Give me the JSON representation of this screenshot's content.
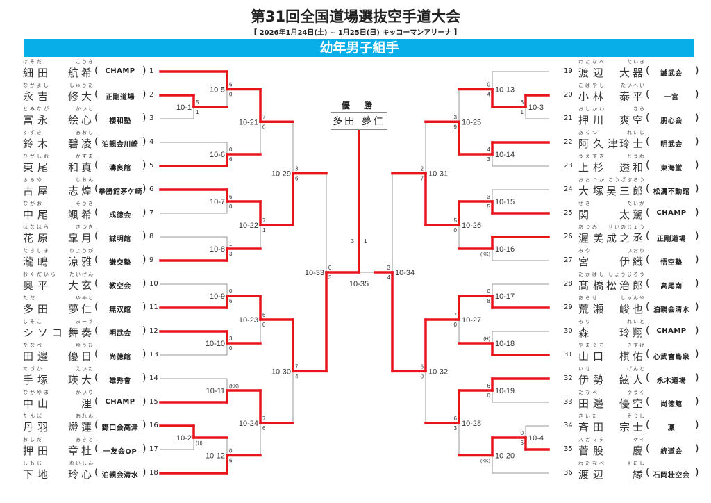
{
  "header": {
    "title": "第31回全国道場選抜空手道大会",
    "subtitle": "【 2026年1月24日(土) ~ 1月25日(日)  キッコーマンアリーナ 】",
    "division": "幼年男子組手"
  },
  "colors": {
    "banner": "#08aee8",
    "winner_line": "#e8141b",
    "line": "#999999"
  },
  "champion": {
    "label": "優 勝",
    "name": "多田 夢仁"
  },
  "entrants": [
    {
      "seed": "1",
      "family": "細田",
      "given": "航希",
      "kana_family": "ほそだ",
      "kana_given": "こうき",
      "dojo": "CHAMP"
    },
    {
      "seed": "2",
      "family": "永吉",
      "given": "修大",
      "kana_family": "ながよし",
      "kana_given": "しゅうた",
      "dojo": "正剛道場"
    },
    {
      "seed": "3",
      "family": "富永",
      "given": "絵心",
      "kana_family": "とみなが",
      "kana_given": "かいと",
      "dojo": "櫻和塾"
    },
    {
      "seed": "4",
      "family": "鈴木",
      "given": "碧凌",
      "kana_family": "すずき",
      "kana_given": "あおし",
      "dojo": "泊親会川崎"
    },
    {
      "seed": "5",
      "family": "東尾",
      "given": "和真",
      "kana_family": "ひがしお",
      "kana_given": "かずま",
      "dojo": "濤良館"
    },
    {
      "seed": "6",
      "family": "古屋",
      "given": "志煌",
      "kana_family": "ふるや",
      "kana_given": "しおん",
      "dojo": "拳勝館茅ケ崎"
    },
    {
      "seed": "7",
      "family": "中尾",
      "given": "颯希",
      "kana_family": "なかお",
      "kana_given": "そうき",
      "dojo": "成徳会"
    },
    {
      "seed": "8",
      "family": "花原",
      "given": "皐月",
      "kana_family": "はなはら",
      "kana_given": "さつき",
      "dojo": "誠明館"
    },
    {
      "seed": "9",
      "family": "瀧嶋",
      "given": "涼雅",
      "kana_family": "たきしま",
      "kana_given": "りょうが",
      "dojo": "謙交塾"
    },
    {
      "seed": "10",
      "family": "奥平",
      "given": "大玄",
      "kana_family": "おくだいら",
      "kana_given": "たいげん",
      "dojo": "教空会"
    },
    {
      "seed": "11",
      "family": "多田",
      "given": "夢仁",
      "kana_family": "ただ",
      "kana_given": "ゆめと",
      "dojo": "無双館"
    },
    {
      "seed": "12",
      "family": "シソコ",
      "given": "舞奏",
      "kana_family": "しそこ",
      "kana_given": "まーす",
      "dojo": "明武会"
    },
    {
      "seed": "13",
      "family": "田邉",
      "given": "優日",
      "kana_family": "たなべ",
      "kana_given": "ゆうひ",
      "dojo": "尚徳館"
    },
    {
      "seed": "14",
      "family": "手塚",
      "given": "瑛大",
      "kana_family": "てづか",
      "kana_given": "えいた",
      "dojo": "雄秀會"
    },
    {
      "seed": "15",
      "family": "中山",
      "given": "浬",
      "kana_family": "なかやま",
      "kana_given": "かいり",
      "dojo": "CHAMP"
    },
    {
      "seed": "16",
      "family": "丹羽",
      "given": "燈蓮",
      "kana_family": "たんば",
      "kana_given": "あれん",
      "dojo": "野口会高津"
    },
    {
      "seed": "17",
      "family": "押田",
      "given": "章杜",
      "kana_family": "おしだ",
      "kana_given": "あきと",
      "dojo": "一友会OP"
    },
    {
      "seed": "18",
      "family": "下地",
      "given": "玲心",
      "kana_family": "しもじ",
      "kana_given": "れいしん",
      "dojo": "泊親会清水"
    },
    {
      "seed": "19",
      "family": "渡辺",
      "given": "大器",
      "kana_family": "わたなべ",
      "kana_given": "たいき",
      "dojo": "誠武会"
    },
    {
      "seed": "20",
      "family": "小林",
      "given": "泰平",
      "kana_family": "こばやし",
      "kana_given": "たいへい",
      "dojo": "一宮"
    },
    {
      "seed": "21",
      "family": "押川",
      "given": "爽空",
      "kana_family": "おしかわ",
      "kana_given": "さら",
      "dojo": "朋心会"
    },
    {
      "seed": "22",
      "family": "阿久津",
      "given": "玲士",
      "kana_family": "あくつ",
      "kana_given": "れいじ",
      "dojo": "明武会"
    },
    {
      "seed": "23",
      "family": "上杉",
      "given": "透和",
      "kana_family": "うえすぎ",
      "kana_given": "とうわ",
      "dojo": "東海堂"
    },
    {
      "seed": "24",
      "family": "大塚",
      "given": "昊三郎",
      "kana_family": "おおつか",
      "kana_given": "こうざぶろう",
      "dojo": "松濤不動館"
    },
    {
      "seed": "25",
      "family": "関",
      "given": "太駕",
      "kana_family": "せき",
      "kana_given": "たいが",
      "dojo": "CHAMP"
    },
    {
      "seed": "26",
      "family": "渥美",
      "given": "成之丞",
      "kana_family": "あつみ",
      "kana_given": "せいのじょう",
      "dojo": "正剛道場"
    },
    {
      "seed": "27",
      "family": "宮",
      "given": "伊織",
      "kana_family": "みや",
      "kana_given": "いおり",
      "dojo": "悟空塾"
    },
    {
      "seed": "28",
      "family": "髙橋",
      "given": "松治郎",
      "kana_family": "たかはし",
      "kana_given": "しょうじろう",
      "dojo": "高尾南"
    },
    {
      "seed": "29",
      "family": "荒瀬",
      "given": "峻也",
      "kana_family": "あらせ",
      "kana_given": "しゅんや",
      "dojo": "泊親会清水"
    },
    {
      "seed": "30",
      "family": "森",
      "given": "玲翔",
      "kana_family": "もり",
      "kana_given": "れいと",
      "dojo": "CHAMP"
    },
    {
      "seed": "31",
      "family": "山口",
      "given": "棋佑",
      "kana_family": "やまぐち",
      "kana_given": "きすけ",
      "dojo": "心武會島泉"
    },
    {
      "seed": "32",
      "family": "伊勢",
      "given": "絃人",
      "kana_family": "いせ",
      "kana_given": "げんと",
      "dojo": "永木道場"
    },
    {
      "seed": "33",
      "family": "田邉",
      "given": "優空",
      "kana_family": "たなべ",
      "kana_given": "ゆうく",
      "dojo": "尚徳館"
    },
    {
      "seed": "34",
      "family": "斉田",
      "given": "宗士",
      "kana_family": "さいた",
      "kana_given": "そうし",
      "dojo": "凜"
    },
    {
      "seed": "35",
      "family": "菅股",
      "given": "慶",
      "kana_family": "スガマタ",
      "kana_given": "ケイ",
      "dojo": "統道会"
    },
    {
      "seed": "36",
      "family": "渡辺",
      "given": "縁",
      "kana_family": "わたなべ",
      "kana_given": "えにし",
      "dojo": "石岡壮空会"
    }
  ],
  "matches": [
    {
      "id": "10-1",
      "top": "s2",
      "bottom": "s3",
      "scores": [
        "5",
        "1"
      ],
      "winner": "top"
    },
    {
      "id": "10-2",
      "top": "s16",
      "bottom": "s17",
      "scores": [
        "",
        ""
      ],
      "winner": "top",
      "note": "(H)",
      "note_slot": "bottom"
    },
    {
      "id": "10-3",
      "top": "s20",
      "bottom": "s21",
      "scores": [
        "6",
        "1"
      ],
      "winner": "top"
    },
    {
      "id": "10-4",
      "top": "s34",
      "bottom": "s35",
      "scores": [
        "0",
        "6"
      ],
      "winner": "bottom"
    },
    {
      "id": "10-5",
      "top": "s1",
      "bottom": "10-1",
      "scores": [
        "6",
        "0"
      ],
      "winner": "top"
    },
    {
      "id": "10-6",
      "top": "s4",
      "bottom": "s5",
      "scores": [
        "0",
        "6"
      ],
      "winner": "bottom"
    },
    {
      "id": "10-7",
      "top": "s6",
      "bottom": "s7",
      "scores": [
        "6",
        "0"
      ],
      "winner": "top"
    },
    {
      "id": "10-8",
      "top": "s8",
      "bottom": "s9",
      "scores": [
        "1",
        "3"
      ],
      "winner": "bottom"
    },
    {
      "id": "10-9",
      "top": "s10",
      "bottom": "s11",
      "scores": [
        "0",
        "6"
      ],
      "winner": "bottom"
    },
    {
      "id": "10-10",
      "top": "s12",
      "bottom": "s13",
      "scores": [
        "3",
        "0"
      ],
      "winner": "top"
    },
    {
      "id": "10-11",
      "top": "s14",
      "bottom": "s15",
      "scores": [
        "",
        ""
      ],
      "winner": "bottom",
      "note": "(KK)",
      "note_slot": "top"
    },
    {
      "id": "10-12",
      "top": "10-2",
      "bottom": "s18",
      "scores": [
        "0",
        "6"
      ],
      "winner": "bottom"
    },
    {
      "id": "10-13",
      "top": "s19",
      "bottom": "10-3",
      "scores": [
        "0",
        "4"
      ],
      "winner": "bottom"
    },
    {
      "id": "10-14",
      "top": "s22",
      "bottom": "s23",
      "scores": [
        "4",
        "3"
      ],
      "winner": "top"
    },
    {
      "id": "10-15",
      "top": "s24",
      "bottom": "s25",
      "scores": [
        "3",
        "5"
      ],
      "winner": "bottom"
    },
    {
      "id": "10-16",
      "top": "s26",
      "bottom": "s27",
      "scores": [
        "",
        ""
      ],
      "winner": "top",
      "note": "(KK)",
      "note_slot": "bottom"
    },
    {
      "id": "10-17",
      "top": "s28",
      "bottom": "s29",
      "scores": [
        "0",
        "8"
      ],
      "winner": "bottom"
    },
    {
      "id": "10-18",
      "top": "s30",
      "bottom": "s31",
      "scores": [
        "",
        ""
      ],
      "winner": "bottom",
      "note": "(H)",
      "note_slot": "top"
    },
    {
      "id": "10-19",
      "top": "s32",
      "bottom": "s33",
      "scores": [
        "6",
        "0"
      ],
      "winner": "top"
    },
    {
      "id": "10-20",
      "top": "10-4",
      "bottom": "s36",
      "scores": [
        "",
        ""
      ],
      "winner": "top",
      "note": "(KK)",
      "note_slot": "bottom"
    },
    {
      "id": "10-21",
      "top": "10-5",
      "bottom": "10-6",
      "scores": [
        "7",
        "0"
      ],
      "winner": "top"
    },
    {
      "id": "10-22",
      "top": "10-7",
      "bottom": "10-8",
      "scores": [
        "7",
        "1"
      ],
      "winner": "top"
    },
    {
      "id": "10-23",
      "top": "10-9",
      "bottom": "10-10",
      "scores": [
        "6",
        "0"
      ],
      "winner": "top"
    },
    {
      "id": "10-24",
      "top": "10-11",
      "bottom": "10-12",
      "scores": [
        "7",
        "6"
      ],
      "winner": "top"
    },
    {
      "id": "10-25",
      "top": "10-13",
      "bottom": "10-14",
      "scores": [
        "3",
        "9"
      ],
      "winner": "bottom"
    },
    {
      "id": "10-26",
      "top": "10-15",
      "bottom": "10-16",
      "scores": [
        "5",
        "0"
      ],
      "winner": "top"
    },
    {
      "id": "10-27",
      "top": "10-17",
      "bottom": "10-18",
      "scores": [
        "7",
        "0"
      ],
      "winner": "top"
    },
    {
      "id": "10-28",
      "top": "10-19",
      "bottom": "10-20",
      "scores": [
        "6",
        "3"
      ],
      "winner": "top"
    },
    {
      "id": "10-29",
      "top": "10-21",
      "bottom": "10-22",
      "scores": [
        "3",
        "6"
      ],
      "winner": "bottom"
    },
    {
      "id": "10-30",
      "top": "10-23",
      "bottom": "10-24",
      "scores": [
        "7",
        "4"
      ],
      "winner": "top"
    },
    {
      "id": "10-31",
      "top": "10-25",
      "bottom": "10-26",
      "scores": [
        "2",
        "7"
      ],
      "winner": "bottom"
    },
    {
      "id": "10-32",
      "top": "10-27",
      "bottom": "10-28",
      "scores": [
        "6",
        "0"
      ],
      "winner": "top"
    },
    {
      "id": "10-33",
      "top": "10-29",
      "bottom": "10-30",
      "scores": [
        "0",
        "3"
      ],
      "winner": "bottom"
    },
    {
      "id": "10-34",
      "top": "10-31",
      "bottom": "10-32",
      "scores": [
        "3",
        "4"
      ],
      "winner": "bottom"
    }
  ],
  "final": {
    "id": "10-35",
    "left": "10-33",
    "right": "10-34",
    "scores": [
      "3",
      "1"
    ],
    "winner": "left"
  }
}
